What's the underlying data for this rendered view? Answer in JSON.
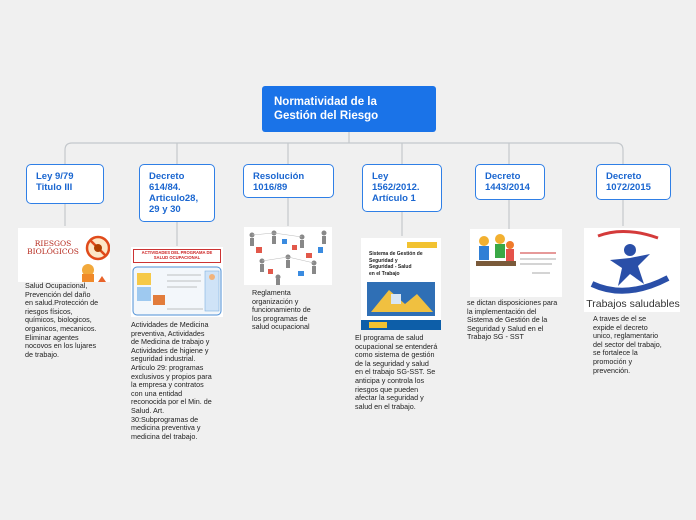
{
  "root": {
    "title": "Normatividad de la\nGestión del Riesgo"
  },
  "branches": [
    {
      "title": "Ley 9/79\nTitulo III",
      "image_caption": "RIESGOS\nBIOLÓGICOS",
      "note": "Salud Ocupacional,\nPrevención del daño\nen salud.Protección de\nriesgos físicos,\nquímicos, biologicos,\norganicos, mecanicos.\nEliminar agentes\nnocovos en los lujares\nde trabajo."
    },
    {
      "title": "Decreto\n614/84.\nArticulo28,\n29 y 30",
      "image_caption": "ACTIVIDADES DEL PROGRAMA DE\nSALUD OCUPACIONAL",
      "note": "Actividades de Medicina\npreventiva, Actividades\nde Medicina de trabajo y\nActividades de higiene y\nseguridad industrial.\nArticulo 29:  programas\nexclusivos  y propios para\nla empresa y contratos\ncon una entidad\nreconocida por el Min. de\nSalud. Art.\n30:Subprogramas de\nmedicina preventiva  y\nmedicina del trabajo."
    },
    {
      "title": "Resolución\n1016/89",
      "note": "Reglamenta\norganización y\nfuncionamiento de\nlos programas de\nsalud ocupacional"
    },
    {
      "title": "Ley\n1562/2012.\nArtículo 1",
      "image_caption": "Sistema de Gestión de Seguridad y\nSeguridad - Salud\nen el Trabajo",
      "note": "El programa de salud\nocupacional se entenderá\ncomo sistema de gestión\nde la seguridad  y salud\nen el trabajo SG-SST. Se\nanticipa y controla los\nriesgos que pueden\nafectar la seguridad y\nsalud en el trabajo."
    },
    {
      "title": "Decreto\n1443/2014",
      "note": "se dictan disposiciones para\nla implementación del\nSistema de Gestión de la\nSeguridad y Salud en el\nTrabajo SG - SST"
    },
    {
      "title": "Decreto\n1072/2015",
      "image_caption": "Trabajos saludables",
      "note": "A traves de el se\nexpide el decreto\nunico, reglamentario\ndel sector del trabajo,\nse fortalece la\npromoción y\nprevención."
    }
  ],
  "colors": {
    "root": "#1a73e8",
    "branch_border": "#2f7fe6",
    "branch_text": "#1a66d0",
    "connector": "#c4c8cc",
    "background": "#f0f0f0"
  }
}
